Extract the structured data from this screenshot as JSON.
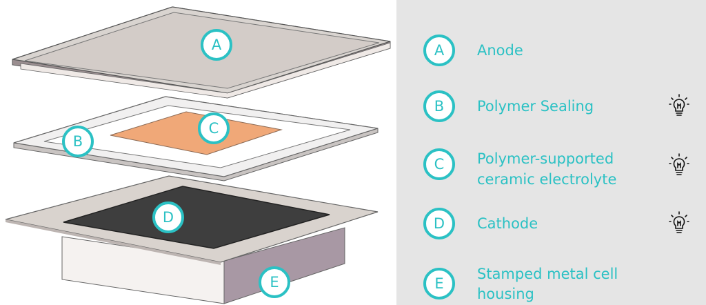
{
  "colors": {
    "accent": "#2bc1c4",
    "anode": "#d8d3cf",
    "seal": "#ecebeb",
    "electrolyte": "#f0a878",
    "cathode": "#3e3e3e",
    "housing_side": "#a898a4",
    "panel": "#e5e5e5"
  },
  "diagram_labels": [
    "A",
    "B",
    "C",
    "D",
    "E"
  ],
  "legend": [
    {
      "letter": "A",
      "lines": [
        "Anode"
      ],
      "bulb": false
    },
    {
      "letter": "B",
      "lines": [
        "Polymer Sealing"
      ],
      "bulb": true
    },
    {
      "letter": "C",
      "lines": [
        "Polymer-supported",
        "ceramic electrolyte"
      ],
      "bulb": true
    },
    {
      "letter": "D",
      "lines": [
        "Cathode"
      ],
      "bulb": true
    },
    {
      "letter": "E",
      "lines": [
        "Stamped metal cell",
        "housing"
      ],
      "bulb": false
    }
  ]
}
